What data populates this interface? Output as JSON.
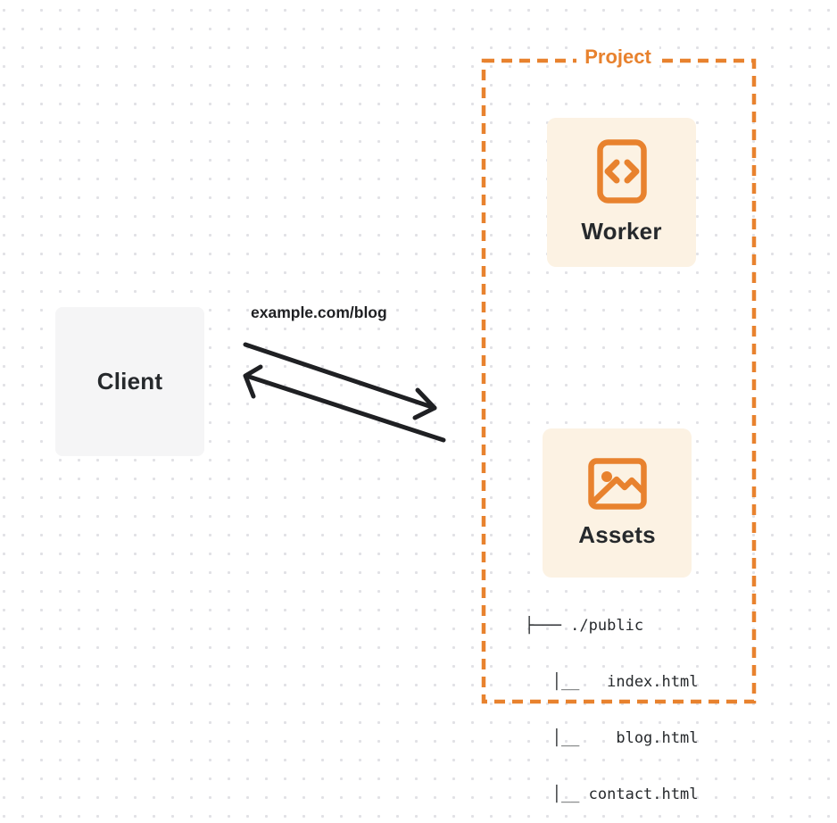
{
  "client": {
    "label": "Client"
  },
  "request": {
    "label": "example.com/blog"
  },
  "project": {
    "title": "Project",
    "worker": {
      "label": "Worker",
      "icon": "code-document-icon"
    },
    "assets": {
      "label": "Assets",
      "icon": "image-icon",
      "file_tree": [
        "├─── ./public",
        "   │__   index.html",
        "   │__    blog.html",
        "   │__ contact.html"
      ]
    }
  },
  "colors": {
    "accent_orange": "#e8822e",
    "card_background": "#fcf2e3",
    "client_background": "#f5f5f6",
    "text_dark": "#26292c",
    "arrow": "#1f2023",
    "dot_grid": "#e1e1e5"
  }
}
